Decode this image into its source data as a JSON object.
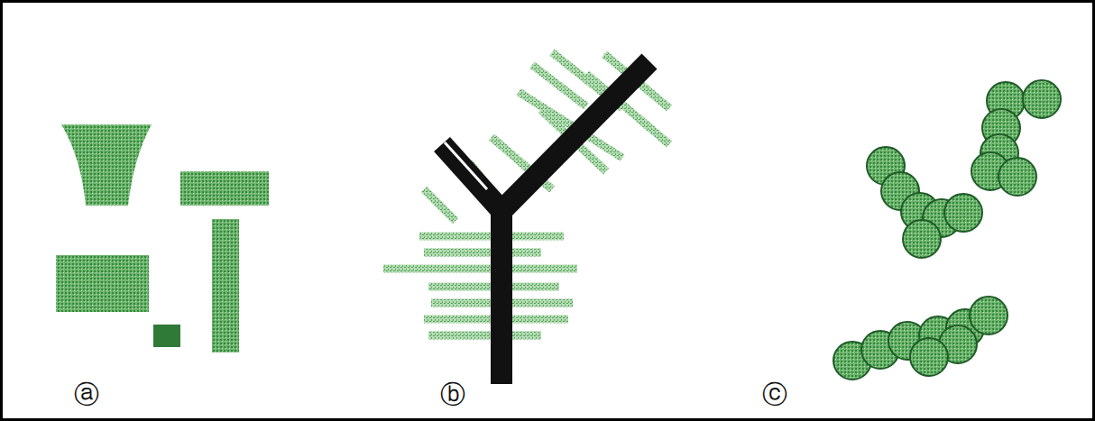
{
  "diagram": {
    "labels": [
      "ⓐ",
      "ⓑ",
      "ⓒ"
    ]
  }
}
